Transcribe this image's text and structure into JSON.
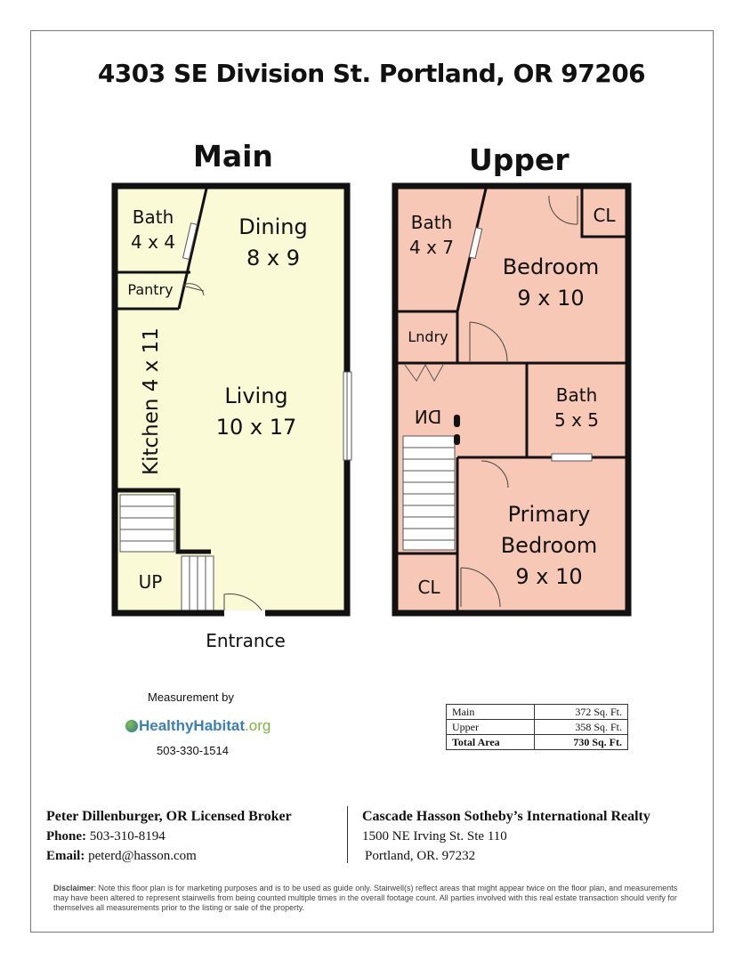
{
  "title": "4303 SE Division St. Portland, OR 97206",
  "floors": {
    "main": {
      "label": "Main",
      "rooms": {
        "bath": "Bath",
        "bath_size": "4 x 4",
        "dining": "Dining",
        "dining_size": "8 x 9",
        "pantry": "Pantry",
        "kitchen": "Kitchen 4 x 11",
        "living": "Living",
        "living_size": "10 x 17",
        "up": "UP"
      },
      "entrance": "Entrance"
    },
    "upper": {
      "label": "Upper",
      "rooms": {
        "bath": "Bath",
        "bath_size": "4 x 7",
        "bedroom": "Bedroom",
        "bedroom_size": "9 x 10",
        "cl_top": "CL",
        "laundry": "Lndry",
        "dn": "DN",
        "bath2": "Bath",
        "bath2_size": "5 x 5",
        "primary": "Primary",
        "primary_bedroom": "Bedroom",
        "primary_size": "9 x 10",
        "cl_bottom": "CL"
      }
    }
  },
  "measurement": {
    "label": "Measurement by",
    "logo": {
      "p1": "Healthy",
      "p2": "Habitat",
      "p3": ".org"
    },
    "phone": "503-330-1514"
  },
  "area_table": [
    {
      "label": "Main",
      "value": "372 Sq. Ft."
    },
    {
      "label": "Upper",
      "value": "358 Sq. Ft."
    },
    {
      "label": "Total Area",
      "value": "730 Sq. Ft."
    }
  ],
  "broker": {
    "name": "Peter Dillenburger, OR Licensed Broker",
    "phone_label": "Phone:",
    "phone": "503-310-8194",
    "email_label": "Email:",
    "email": "peterd@hasson.com"
  },
  "office": {
    "name": "Cascade Hasson Sotheby’s International Realty",
    "address1": "1500 NE Irving St. Ste 110",
    "address2": "Portland, OR. 97232"
  },
  "disclaimer_label": "Disclaimer",
  "disclaimer": ": Note this floor plan is for marketing purposes and is to be used as guide only.  Stairwell(s) reflect areas that might appear twice on the floor plan, and measurements may have been altered to represent stairwells from being counted multiple times in the overall footage count.  All parties involved with this real estate transaction should verify for themselves all measurements prior to the listing or sale of the property.",
  "colors": {
    "main_fill": "#fafad6",
    "upper_fill": "#f8c8b6",
    "wall": "#111111"
  }
}
